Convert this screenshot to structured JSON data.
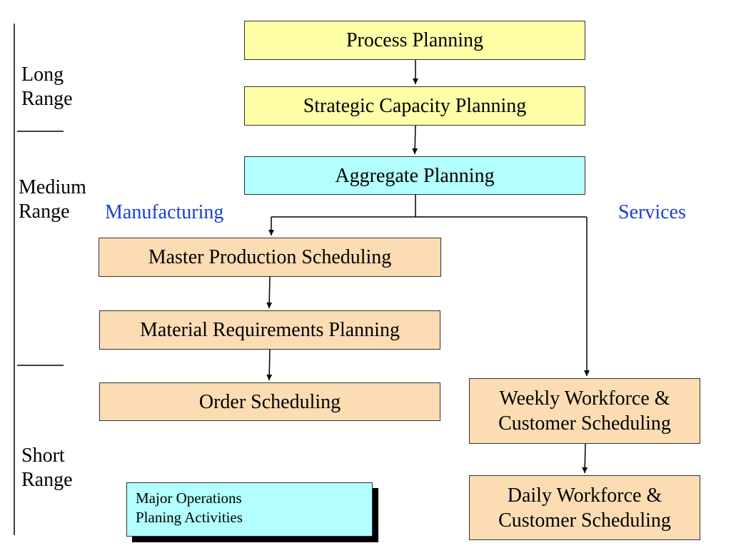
{
  "colors": {
    "long_range_fill": "#ffffa8",
    "aggregate_fill": "#b3ffff",
    "short_range_fill": "#fcdcb2",
    "branch_label": "#1a3fd6",
    "legend_fill": "#b3ffff"
  },
  "range_labels": {
    "long": [
      "Long",
      "Range"
    ],
    "medium": [
      "Medium",
      "Range"
    ],
    "short": [
      "Short",
      "Range"
    ]
  },
  "branches": {
    "manufacturing": "Manufacturing",
    "services": "Services"
  },
  "boxes": {
    "process_planning": "Process Planning",
    "strategic_capacity": "Strategic Capacity Planning",
    "aggregate_planning": "Aggregate Planning",
    "master_production": "Master Production Scheduling",
    "material_requirements": "Material Requirements Planning",
    "order_scheduling": "Order Scheduling",
    "weekly_workforce": [
      "Weekly Workforce &",
      "Customer Scheduling"
    ],
    "daily_workforce": [
      "Daily Workforce &",
      "Customer Scheduling"
    ]
  },
  "legend": [
    "Major Operations",
    "Planing Activities"
  ]
}
